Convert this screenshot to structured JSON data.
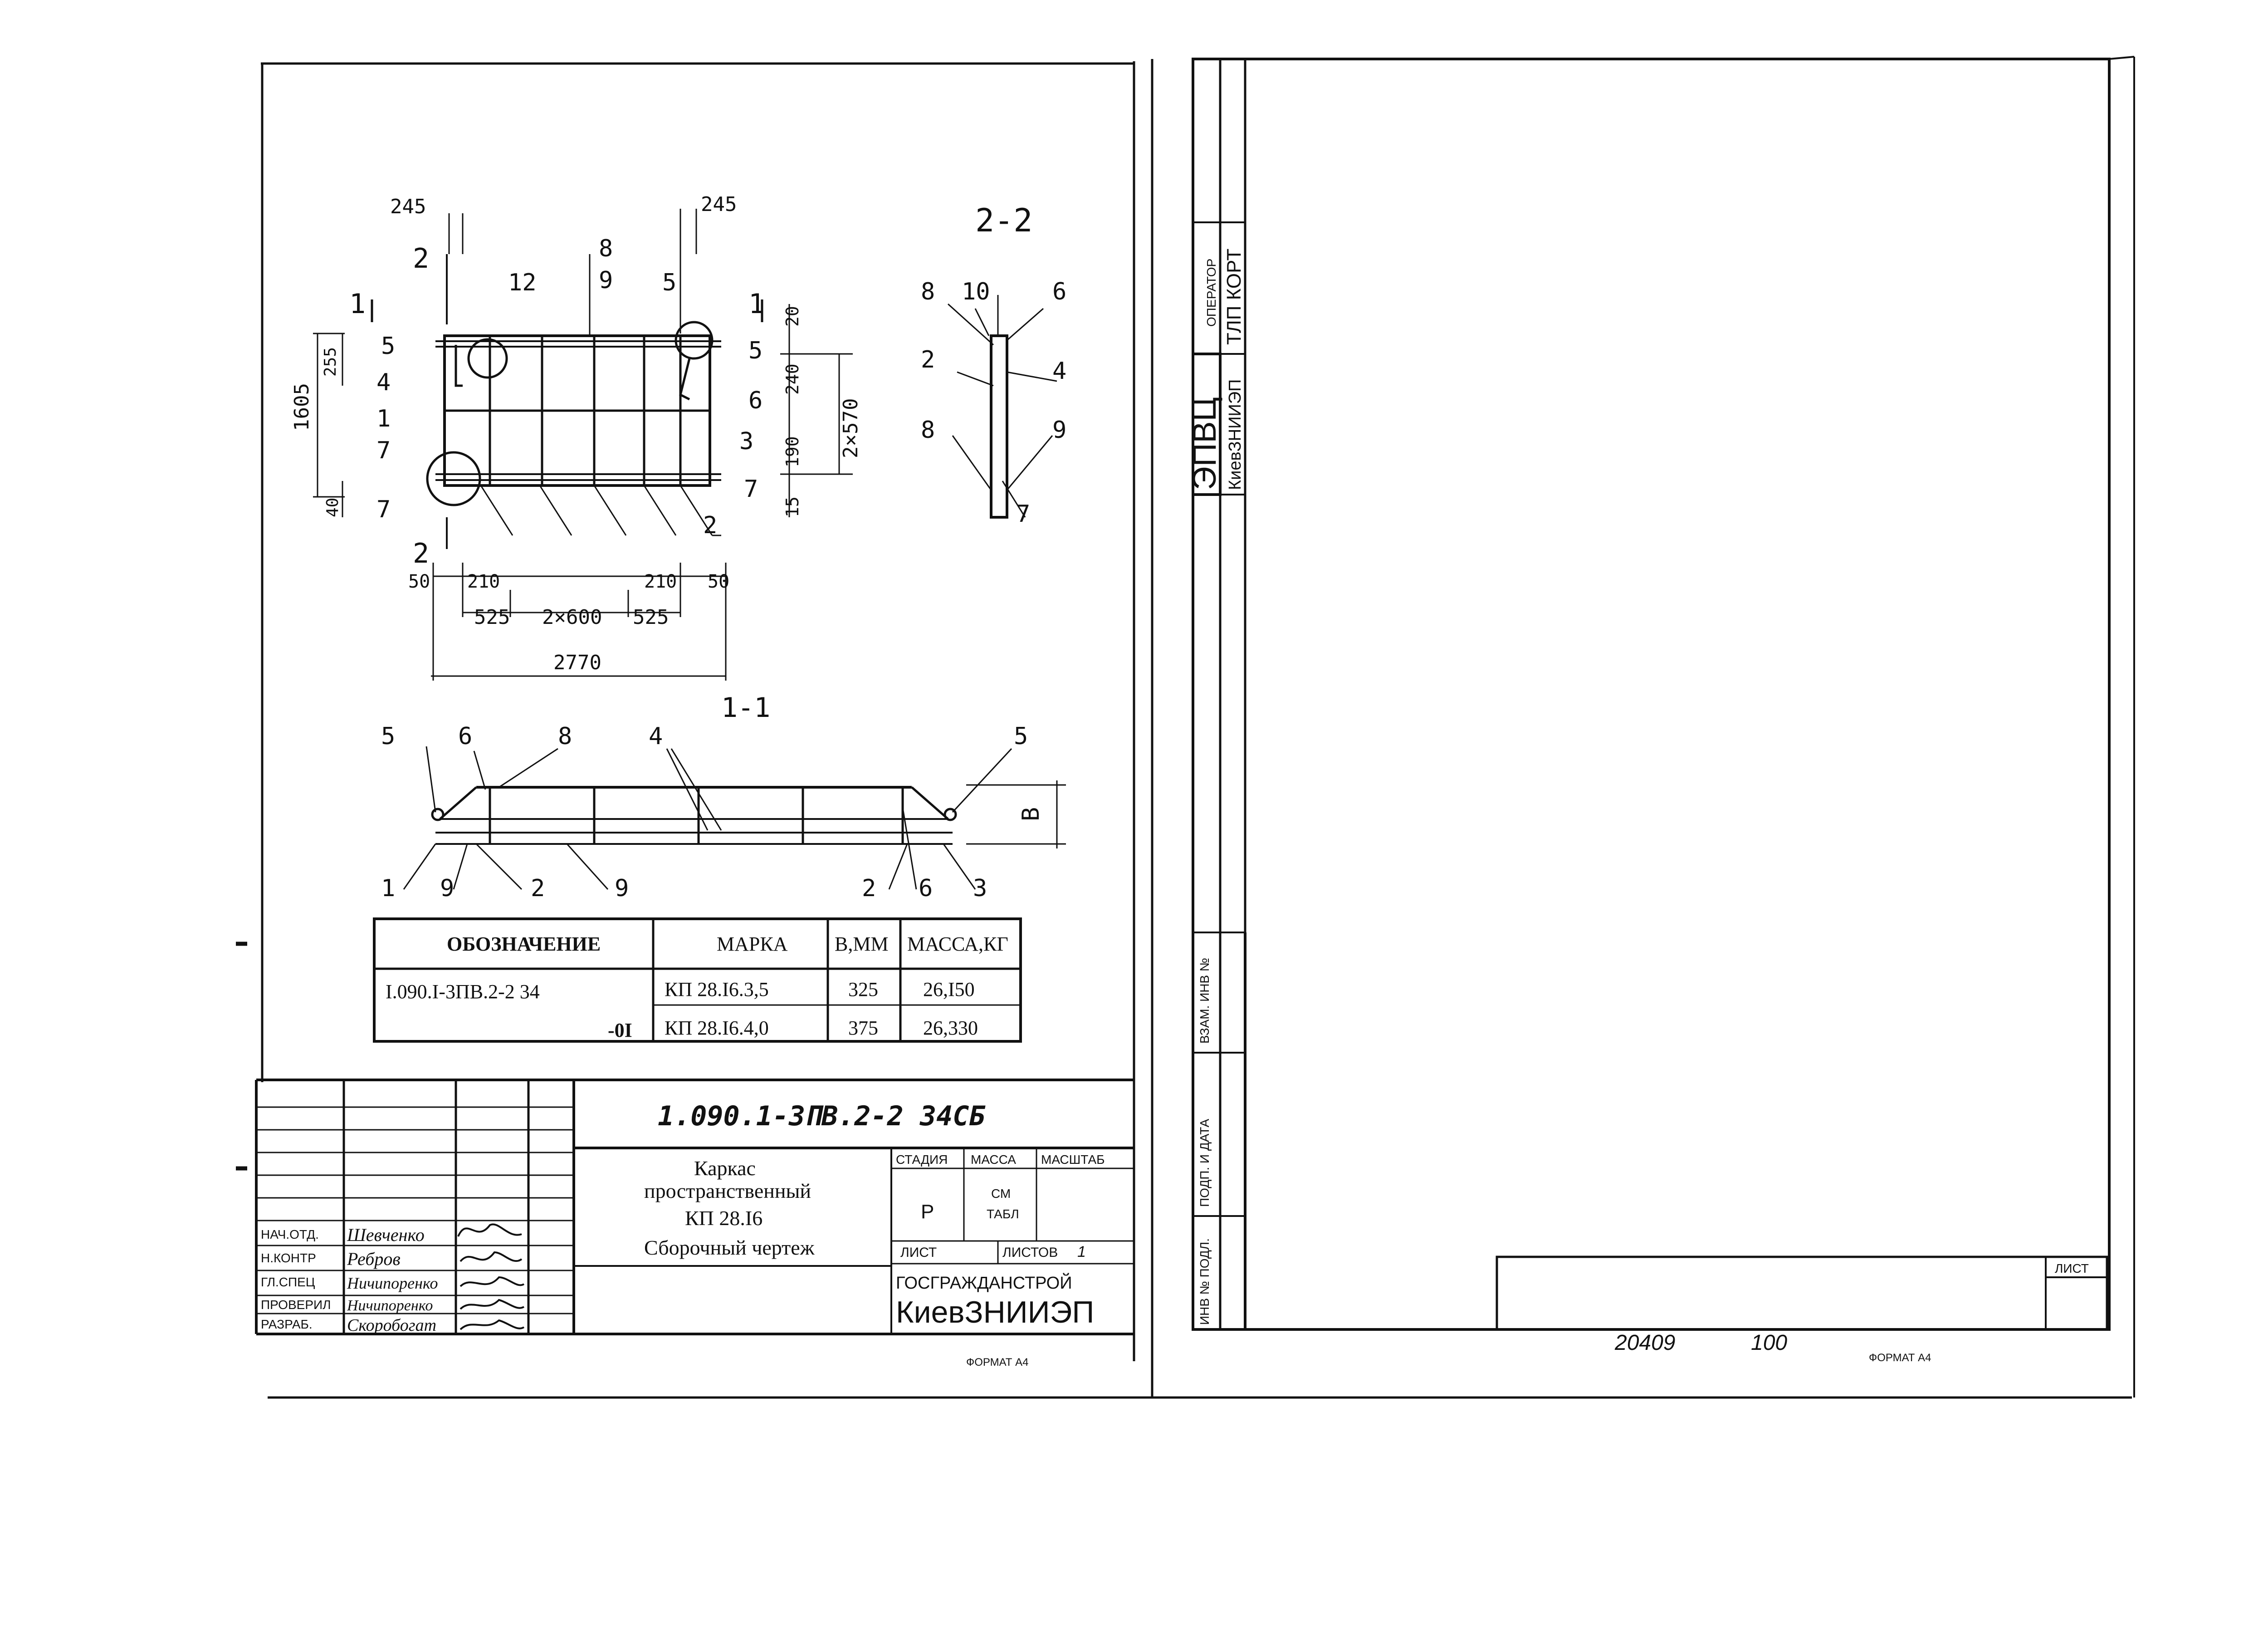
{
  "plan_view": {
    "dims_top": [
      "245",
      "245"
    ],
    "section_marks": [
      "2",
      "1",
      "1",
      "2"
    ],
    "callouts": [
      "8",
      "9",
      "5",
      "12",
      "5",
      "5",
      "4",
      "1",
      "7",
      "7",
      "6",
      "3",
      "7",
      "2"
    ],
    "dims_left": [
      "1605",
      "255",
      "40"
    ],
    "dims_right": [
      "20",
      "240",
      "190",
      "15",
      "2×570"
    ],
    "dims_bottom_row1": [
      "50",
      "210",
      "210",
      "50"
    ],
    "dims_bottom_row2": [
      "525",
      "2×600",
      "525"
    ],
    "dim_total": "2770"
  },
  "section_22": {
    "title": "2-2",
    "callouts": [
      "8",
      "10",
      "6",
      "2",
      "4",
      "8",
      "9",
      "7"
    ]
  },
  "section_11": {
    "title": "1-1",
    "callouts_top": [
      "5",
      "6",
      "8",
      "4",
      "5"
    ],
    "callouts_bottom": [
      "1",
      "9",
      "2",
      "9",
      "2",
      "6",
      "3"
    ],
    "dim_label": "В"
  },
  "spec_table": {
    "headers": [
      "ОБОЗНАЧЕНИЕ",
      "МАРКА",
      "В,ММ",
      "МАССА,КГ"
    ],
    "rows": [
      [
        "I.090.I-3ПВ.2-2 34",
        "КП 28.I6.3,5",
        "325",
        "26,I50"
      ],
      [
        "-0I",
        "КП 28.I6.4,0",
        "375",
        "26,330"
      ]
    ]
  },
  "title_block": {
    "doc_code": "1.090.1-3ПВ.2-2   34СБ",
    "title_line1": "Каркас",
    "title_line2": "пространственный",
    "title_line3": "КП 28.I6",
    "title_line4": "Сборочный чертеж",
    "stage_header": "СТАДИЯ",
    "mass_header": "МАССА",
    "scale_header": "МАСШТАБ",
    "stage_value": "Р",
    "mass_value_1": "СМ",
    "mass_value_2": "ТАБЛ",
    "sheet_label": "ЛИСТ",
    "sheets_label": "ЛИСТОВ",
    "sheets_value": "1",
    "org_line1": "ГОСГРАЖДАНСТРОЙ",
    "org_line2": "КиевЗНИИЭП",
    "roles": [
      {
        "role": "НАЧ.ОТД.",
        "name": "Шевченко"
      },
      {
        "role": "Н.КОНТР",
        "name": "Ребров"
      },
      {
        "role": "ГЛ.СПЕЦ",
        "name": "Ничипоренко"
      },
      {
        "role": "ПРОВЕРИЛ",
        "name": "Ничипоренко"
      },
      {
        "role": "РАЗРАБ.",
        "name": "Скоробогат"
      }
    ],
    "format_label": "ФОРМАТ А4"
  },
  "right_page": {
    "stamp_big": "ЭПВЦ",
    "stamp_org": "КиевЗНИИЭП",
    "operator_label": "ОПЕРАТОР",
    "operator_value": "ТЛП КОРТ",
    "side_labels": [
      "ВЗАМ. ИНВ №",
      "ПОДП. И ДАТА",
      "ИНВ № ПОДЛ."
    ],
    "sheet_label": "ЛИСТ",
    "bottom_number_1": "20409",
    "bottom_number_2": "100",
    "format_label": "ФОРМАТ А4"
  },
  "colors": {
    "ink": "#111111",
    "paper": "#ffffff"
  }
}
